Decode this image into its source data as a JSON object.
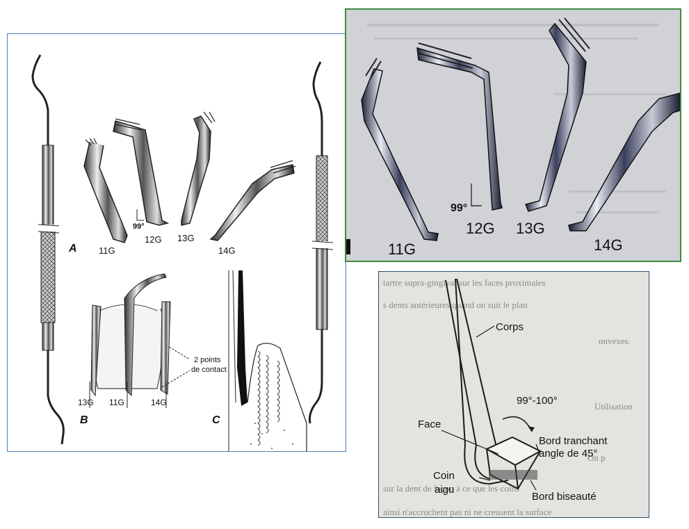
{
  "panel_left": {
    "instruments": [
      {
        "label": "11G"
      },
      {
        "label": "12G"
      },
      {
        "label": "13G"
      },
      {
        "label": "14G"
      }
    ],
    "angle_label": "99°",
    "figure_labels": {
      "a": "A",
      "b": "B",
      "c": "C"
    },
    "contact_note_line1": "2 points",
    "contact_note_line2": "de contact",
    "contact_labels": {
      "left": "13G",
      "center": "11G",
      "right": "14G"
    }
  },
  "panel_photo": {
    "instruments": [
      {
        "label": "11G"
      },
      {
        "label": "12G"
      },
      {
        "label": "13G"
      },
      {
        "label": "14G"
      }
    ],
    "angle_label": "99°"
  },
  "panel_detail": {
    "corps": "Corps",
    "angle": "99°-100°",
    "face": "Face",
    "bord_tranchant_line1": "Bord tranchant",
    "bord_tranchant_line2": "angle de 45°",
    "coin_line1": "Coin",
    "coin_line2": "aigu",
    "bord_biseaute": "Bord biseauté",
    "background_text": [
      "tartre supra-gingival sur les faces proximales",
      "s dents antérieures quand on suit le plan",
      "onvexes.",
      "Utilisation",
      "On p",
      "sur la dent de façon à ce que les coins",
      "ainsi n'accrochent pas ni ne creusent la surface"
    ]
  },
  "colors": {
    "left_border": "#4a7fc0",
    "photo_border": "#3e8a3e",
    "detail_border": "#2f4f7a"
  }
}
